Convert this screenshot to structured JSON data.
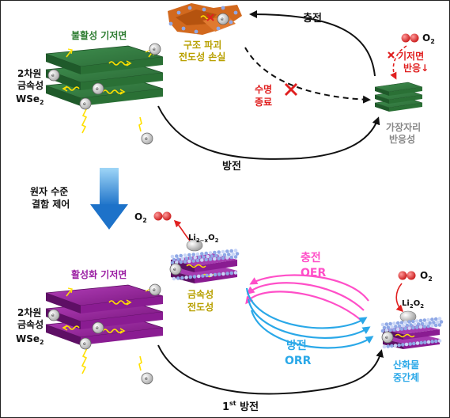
{
  "colors": {
    "green_label": "#2e7d32",
    "olive_label": "#b8a000",
    "red_label": "#e02020",
    "gray_label": "#888888",
    "purple_label": "#9b1fa3",
    "pink": "#ff4fc8",
    "cyan": "#2aa8e8",
    "black": "#111111"
  },
  "top": {
    "left_label_line1": "2차원",
    "left_label_line2": "금속성",
    "left_label_line3": "WSe",
    "left_label_sub": "2",
    "inactive_basal": "불활성 기저면",
    "broken_line1": "구조 파괴",
    "broken_line2": "전도성 손실",
    "charge": "충전",
    "discharge": "방전",
    "o2_label": "O",
    "o2_sub": "2",
    "basal_react_line1": "기저면",
    "basal_react_line2": "반응↓",
    "lifetime_line1": "수명",
    "lifetime_line2": "종료",
    "edge_line1": "가장자리",
    "edge_line2": "반응성",
    "electron": "e",
    "electron_sup": "−"
  },
  "middle": {
    "process_line1": "원자 수준",
    "process_line2": "결함 제어"
  },
  "bottom": {
    "left_label_line1": "2차원",
    "left_label_line2": "금속성",
    "left_label_line3": "WSe",
    "left_label_sub": "2",
    "active_basal": "활성화 기저면",
    "o2_label": "O",
    "o2_sub": "2",
    "li_product_a": "Li",
    "li_product_sub_a": "2−x",
    "li_product_b": "O",
    "li_product_sub_b": "2",
    "metallic_line1": "금속성",
    "metallic_line2": "전도성",
    "charge_label": "충전",
    "oer_label": "OER",
    "discharge_label": "방전",
    "orr_label": "ORR",
    "li2o2_a": "Li",
    "li2o2_sub_a": "2",
    "li2o2_b": "O",
    "li2o2_sub_b": "2",
    "oxide_line1": "산화물",
    "oxide_line2": "중간체",
    "first_discharge_num": "1",
    "first_discharge_sup": "st",
    "first_discharge_text": " 방전"
  }
}
